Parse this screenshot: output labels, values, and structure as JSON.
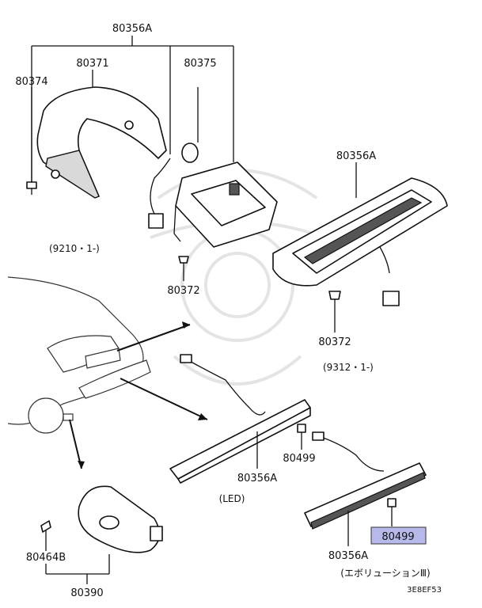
{
  "figure_code": "3E8EF53",
  "labels": {
    "top_group": "80356A",
    "left_cover": "80371",
    "bulb": "80375",
    "screw_left": "80374",
    "date_early": "(9210・1-)",
    "clip_a": "80372",
    "lamp_right": "80356A",
    "clip_b": "80372",
    "date_late": "(9312・1-)",
    "nut_a": "80499",
    "lamp_led": "80356A",
    "led_note": "(LED)",
    "nut_b": "80499",
    "lamp_evo": "80356A",
    "evo_note": "(エボリューションⅢ)",
    "screw_bottom": "80464B",
    "side_lamp": "80390"
  },
  "highlighted_label": "80499",
  "colors": {
    "highlight": "#b7b9ea",
    "line": "#111111",
    "watermark": "#e4e4e4"
  }
}
